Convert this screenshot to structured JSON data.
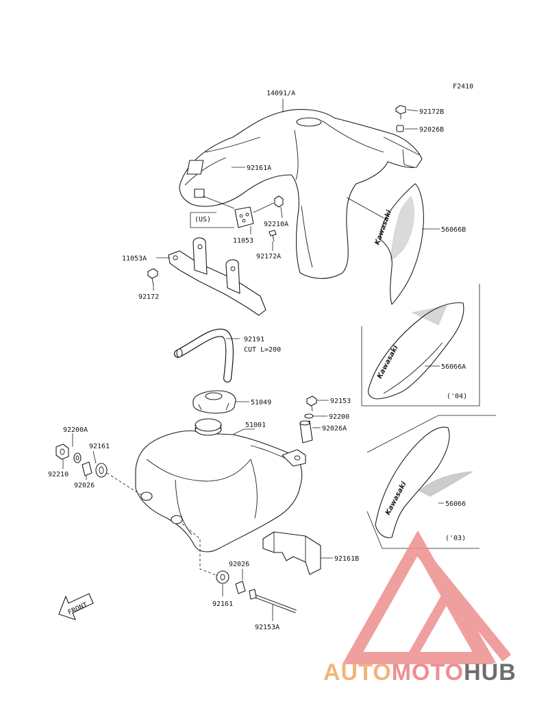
{
  "figure_code": "F2410",
  "callouts": {
    "c14091A": "14091/A",
    "c92172B": "92172B",
    "c92026B": "92026B",
    "c92161A": "92161A",
    "cUS": "(US)",
    "c92210A": "92210A",
    "c11053": "11053",
    "c92172A": "92172A",
    "c56066B": "56066B",
    "c11053A": "11053A",
    "c92172": "92172",
    "c92191": "92191",
    "cCut": "CUT L=200",
    "c56066A": "56066A",
    "c04": "('04)",
    "c51049": "51049",
    "c92153": "92153",
    "c92200": "92200",
    "c92026A": "92026A",
    "c51001": "51001",
    "c92200A": "92200A",
    "c92161": "92161",
    "c92210": "92210",
    "c92026": "92026",
    "c56066": "56066",
    "c03": "('03)",
    "c92161B": "92161B",
    "c92026b2": "92026",
    "c92161b2": "92161",
    "c92153A": "92153A",
    "front": "FRONT"
  },
  "decal_text": "Kawasaki",
  "watermark": {
    "part1": "AUTO",
    "part2": "MOTO",
    "part3": "HUB",
    "color_auto": "#f2b47a",
    "color_moto": "#ee8f8f",
    "color_hub": "#6e6e6e"
  }
}
